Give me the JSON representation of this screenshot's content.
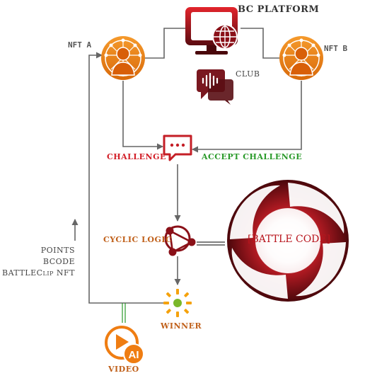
{
  "platform": {
    "label": "BC PLATFORM",
    "color": "#b8141c"
  },
  "club": {
    "label": "CLUB",
    "color": "#8a1c24"
  },
  "nft_a": {
    "label": "NFT A",
    "color": "#ef7d12"
  },
  "nft_b": {
    "label": "NFT B",
    "color": "#ef7d12"
  },
  "challenge": {
    "label": "CHALLENGE",
    "color": "#d21e27"
  },
  "accept_challenge": {
    "label": "ACCEPT CHALLENGE",
    "color": "#2a9a2a"
  },
  "cyclic_logic": {
    "label": "CYCLIC LOGIC",
    "color": "#c0601a"
  },
  "battle_code": {
    "label": "[BATTLE CODE]"
  },
  "winner": {
    "label": "WINNER",
    "color": "#c0601a"
  },
  "video": {
    "label": "VIDEO",
    "color": "#c0601a",
    "icon_text": "AI"
  },
  "rewards": {
    "items": [
      "POINTS",
      "BCODE",
      "BATTLEClip NFT"
    ]
  },
  "colors": {
    "line": "#666666",
    "accent_red": "#b8141c",
    "dark_red": "#6d0f15",
    "green": "#2a9a2a"
  }
}
